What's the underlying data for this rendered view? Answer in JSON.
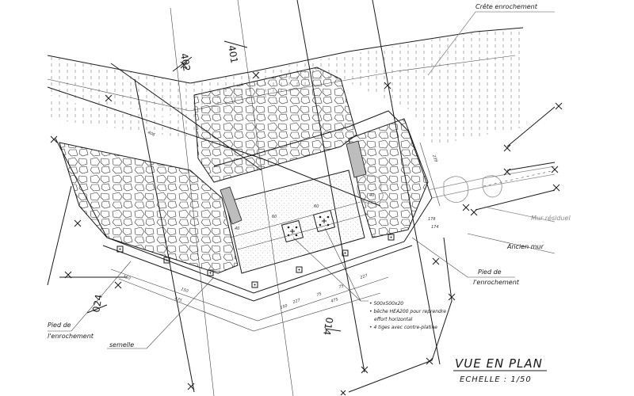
{
  "title": "VUE EN PLAN",
  "subtitle": "ECHELLE : 1/50",
  "labels": {
    "crete": "Crête enrochement",
    "mur_residuel": "Mur résiduel",
    "ancien_mur": "Ancien mur",
    "pied_right_1": "Pied de",
    "pied_right_2": "l'enrochement",
    "pied_left_1": "Pied de",
    "pied_left_2": "l'enrochement",
    "semelle": "semelle"
  },
  "notes": [
    "• 500x500x20",
    "• bêche HEA200 pour reprendre",
    "effort horizontal",
    "• 4 tiges avec contre-platine"
  ],
  "sections": [
    "401",
    "402",
    "024",
    "014"
  ],
  "dimensions": {
    "d1": "150",
    "d2": "227",
    "d3": "75",
    "d4": "75",
    "d5": "227",
    "d6": "150",
    "d7": "150",
    "d8": "475",
    "d9": "475",
    "d10": "40",
    "d11": "40",
    "d12": "60",
    "d13": "60",
    "d14": "239",
    "d15": "178",
    "d16": "174",
    "d17": "406"
  }
}
